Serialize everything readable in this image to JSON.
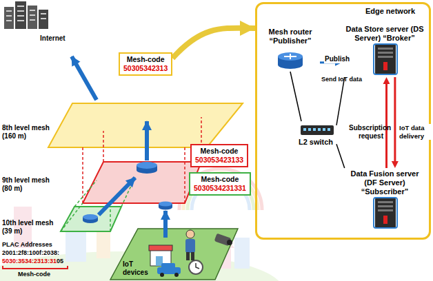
{
  "diagram": {
    "nodes": [
      {
        "text": [
          "Edge network"
        ]
      },
      {
        "text": [
          "Mesh router “Publisher”"
        ],
        "in": 0
      },
      {
        "text": [
          "Data Store server (DS Server) “Broker”"
        ],
        "in": 0
      },
      {
        "text": [
          "L2 switch"
        ],
        "in": 0
      },
      {
        "text": [
          "Data Fusion server (DF Server) “Subscriber”"
        ],
        "in": 0
      },
      {
        "text": [
          "Mesh-code",
          "50305342313"
        ]
      },
      {
        "text": [
          "Mesh-code",
          "503053423133"
        ]
      },
      {
        "text": [
          "Mesh-code",
          "5030534231331"
        ]
      }
    ],
    "edges": [
      {
        "from": 1,
        "to": 2,
        "label": "Publish",
        "arrow": "to"
      },
      {
        "from": 1,
        "to": 3,
        "arrow": "none"
      },
      {
        "from": 3,
        "to": 2,
        "arrow": "none"
      },
      {
        "from": 3,
        "to": 4,
        "arrow": "none"
      },
      {
        "from": 4,
        "to": 2,
        "label": "Subscription request",
        "arrow": "to"
      },
      {
        "from": 2,
        "to": 4,
        "label": "IoT data delivery",
        "arrow": "to"
      },
      {
        "from": 5,
        "to": 0,
        "arrow": "to"
      }
    ],
    "labels": [
      "Internet",
      "8th level mesh (160 m)",
      "9th level mesh (80 m)",
      "10th level mesh (39 m)",
      "PLAC Addresses",
      "2001:2f8:100f:2038:",
      "5030:3534:2313:31",
      "05",
      "Mesh-code",
      "IoT devices",
      "Send IoT data"
    ]
  }
}
